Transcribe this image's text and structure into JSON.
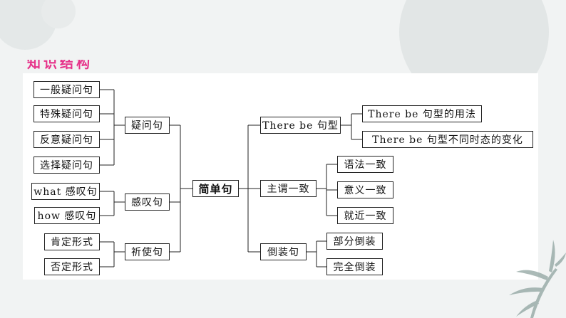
{
  "title": "知识结构",
  "root": "简单句",
  "categories": {
    "interrogative": {
      "label": "疑问句",
      "items": [
        "一般疑问句",
        "特殊疑问句",
        "反意疑问句",
        "选择疑问句"
      ]
    },
    "exclamatory": {
      "label": "感叹句",
      "items": [
        "what 感叹句",
        "how 感叹句"
      ]
    },
    "imperative": {
      "label": "祈使句",
      "items": [
        "肯定形式",
        "否定形式"
      ]
    },
    "there_be": {
      "label": "There be 句型",
      "items": [
        "There be 句型的用法",
        "There be 句型不同时态的变化"
      ]
    },
    "agreement": {
      "label": "主谓一致",
      "items": [
        "语法一致",
        "意义一致",
        "就近一致"
      ]
    },
    "inversion": {
      "label": "倒装句",
      "items": [
        "部分倒装",
        "完全倒装"
      ]
    }
  },
  "colors": {
    "title": "#e6338a",
    "line": "#222222",
    "background": "#f1f3f3"
  }
}
